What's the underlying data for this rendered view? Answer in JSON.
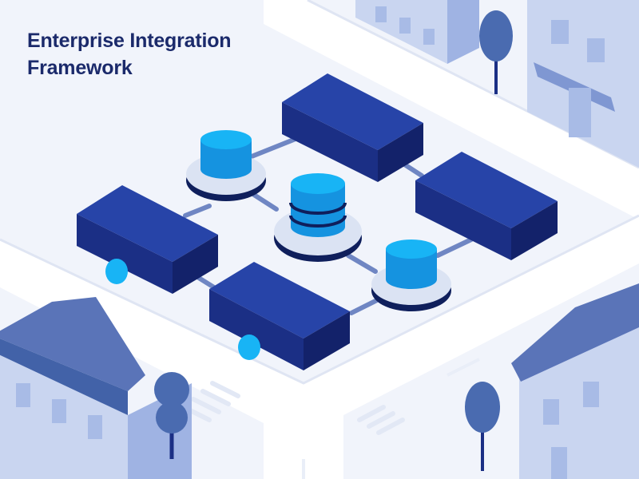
{
  "heading": {
    "line1": "Enterprise Integration",
    "line2": "Framework"
  },
  "colors": {
    "background": "#f1f4fb",
    "road": "#ffffff",
    "road_edge": "#dfe5f3",
    "building_light": "#c9d5f0",
    "building_mid": "#9fb3e3",
    "roof": "#5a74b8",
    "server_top": "#2744a8",
    "server_left": "#1b2f85",
    "server_right": "#13226a",
    "database_cyan": "#18b4f5",
    "database_dark": "#0f1f5c",
    "connector": "#6f86c3",
    "tree": "#4a6bb0"
  },
  "scene": {
    "server_blocks": 4,
    "database_nodes": 3
  }
}
